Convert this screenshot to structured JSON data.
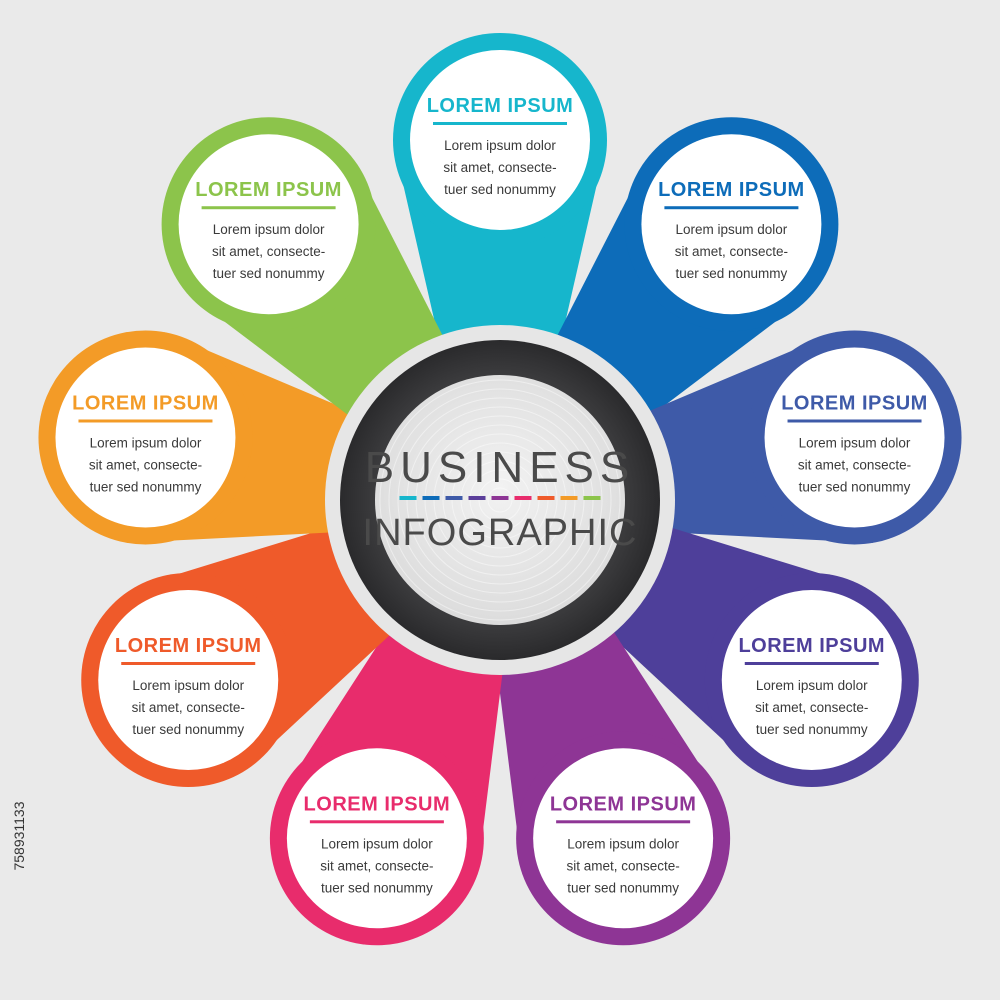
{
  "diagram": {
    "center": {
      "title": "BUSINESS",
      "subtitle": "INFOGRAPHIC",
      "bar_colors": [
        "#16b6cc",
        "#0d6cb9",
        "#3e5aa8",
        "#5b3e9a",
        "#8e3595",
        "#e82c6c",
        "#ef5a2a",
        "#f39b27",
        "#8cc44b"
      ]
    },
    "items": [
      {
        "title": "LOREM IPSUM",
        "lines": [
          "Lorem ipsum dolor",
          "sit amet, consecte-",
          "tuer sed nonummy"
        ],
        "color": "#16b6cc"
      },
      {
        "title": "LOREM IPSUM",
        "lines": [
          "Lorem ipsum dolor",
          "sit amet, consecte-",
          "tuer sed nonummy"
        ],
        "color": "#0d6cb9"
      },
      {
        "title": "LOREM IPSUM",
        "lines": [
          "Lorem ipsum dolor",
          "sit amet, consecte-",
          "tuer sed nonummy"
        ],
        "color": "#3e5aa8"
      },
      {
        "title": "LOREM IPSUM",
        "lines": [
          "Lorem ipsum dolor",
          "sit amet, consecte-",
          "tuer sed nonummy"
        ],
        "color": "#4e3f9a"
      },
      {
        "title": "LOREM IPSUM",
        "lines": [
          "Lorem ipsum dolor",
          "sit amet, consecte-",
          "tuer sed nonummy"
        ],
        "color": "#8e3595"
      },
      {
        "title": "LOREM IPSUM",
        "lines": [
          "Lorem ipsum dolor",
          "sit amet, consecte-",
          "tuer sed nonummy"
        ],
        "color": "#e82c6c"
      },
      {
        "title": "LOREM IPSUM",
        "lines": [
          "Lorem ipsum dolor",
          "sit amet, consecte-",
          "tuer sed nonummy"
        ],
        "color": "#ef5a2a"
      },
      {
        "title": "LOREM IPSUM",
        "lines": [
          "Lorem ipsum dolor",
          "sit amet, consecte-",
          "tuer sed nonummy"
        ],
        "color": "#f39b27"
      },
      {
        "title": "LOREM IPSUM",
        "lines": [
          "Lorem ipsum dolor",
          "sit amet, consecte-",
          "tuer sed nonummy"
        ],
        "color": "#8cc44b"
      }
    ]
  },
  "stock_id": "758931133"
}
